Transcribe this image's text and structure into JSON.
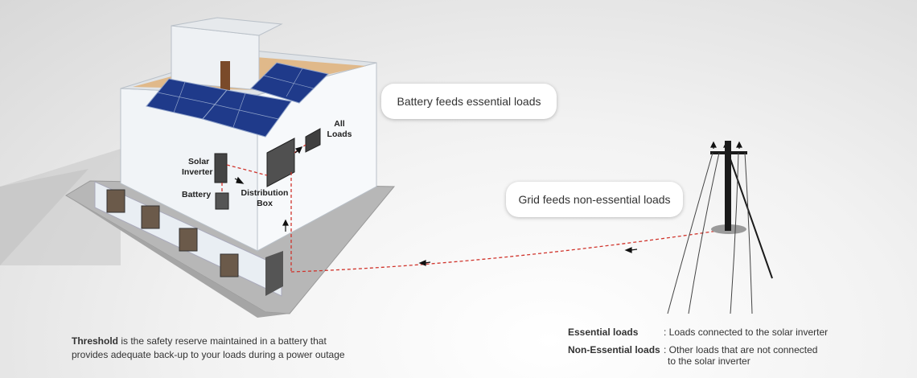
{
  "bubbles": {
    "battery_feeds": "Battery feeds essential loads",
    "grid_feeds": "Grid feeds non-essential loads"
  },
  "labels": {
    "solar_inverter_line1": "Solar",
    "solar_inverter_line2": "Inverter",
    "battery": "Battery",
    "distribution_line1": "Distribution",
    "distribution_line2": "Box",
    "all_loads_line1": "All",
    "all_loads_line2": "Loads"
  },
  "threshold": {
    "term": "Threshold",
    "rest_line1": " is the safety reserve maintained in a battery that",
    "line2": "provides adequate back-up to your loads during a power outage"
  },
  "legend": {
    "essential_term": "Essential loads",
    "essential_def": ": Loads connected to the solar inverter",
    "nonessential_term": "Non-Essential loads",
    "nonessential_def_line1": ": Other loads that are not connected",
    "nonessential_def_line2": "to the solar inverter"
  },
  "colors": {
    "wire": "#d0342c",
    "panel": "#1f3a8a",
    "roof": "#e0b98a"
  }
}
